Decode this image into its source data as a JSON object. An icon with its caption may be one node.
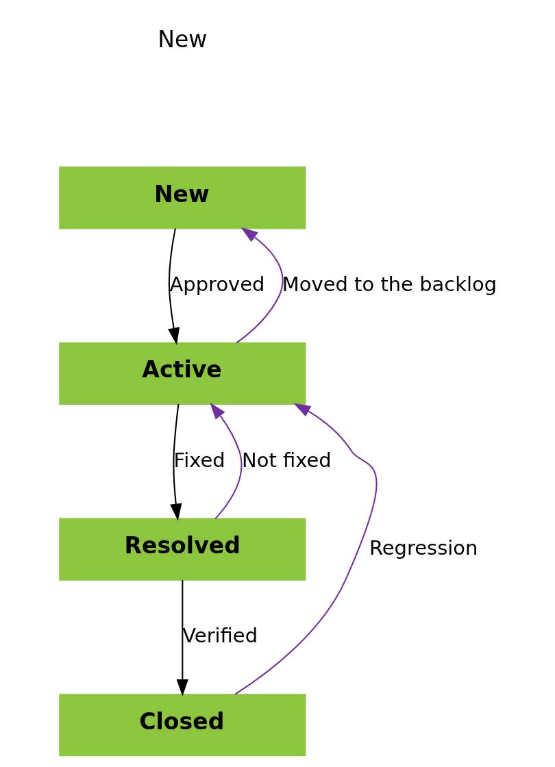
{
  "diagram": {
    "nodes": [
      {
        "text": [
          "New"
        ]
      },
      {
        "text": [
          "Active"
        ]
      },
      {
        "text": [
          "Resolved"
        ]
      },
      {
        "text": [
          "Closed"
        ]
      }
    ],
    "edges": [
      {
        "from": 0,
        "to": 1,
        "arrow": "to",
        "label": "Approved"
      },
      {
        "from": 1,
        "to": 0,
        "arrow": "to",
        "label": "Moved to the backlog",
        "color": "#7030a0"
      },
      {
        "from": 1,
        "to": 2,
        "arrow": "to",
        "label": "Fixed"
      },
      {
        "from": 2,
        "to": 1,
        "arrow": "to",
        "label": "Not fixed",
        "color": "#7030a0"
      },
      {
        "from": 2,
        "to": 3,
        "arrow": "to",
        "label": "Verified"
      },
      {
        "from": 3,
        "to": 1,
        "arrow": "to",
        "label": "Regression",
        "color": "#7030a0"
      }
    ],
    "labels": [
      "New"
    ]
  }
}
